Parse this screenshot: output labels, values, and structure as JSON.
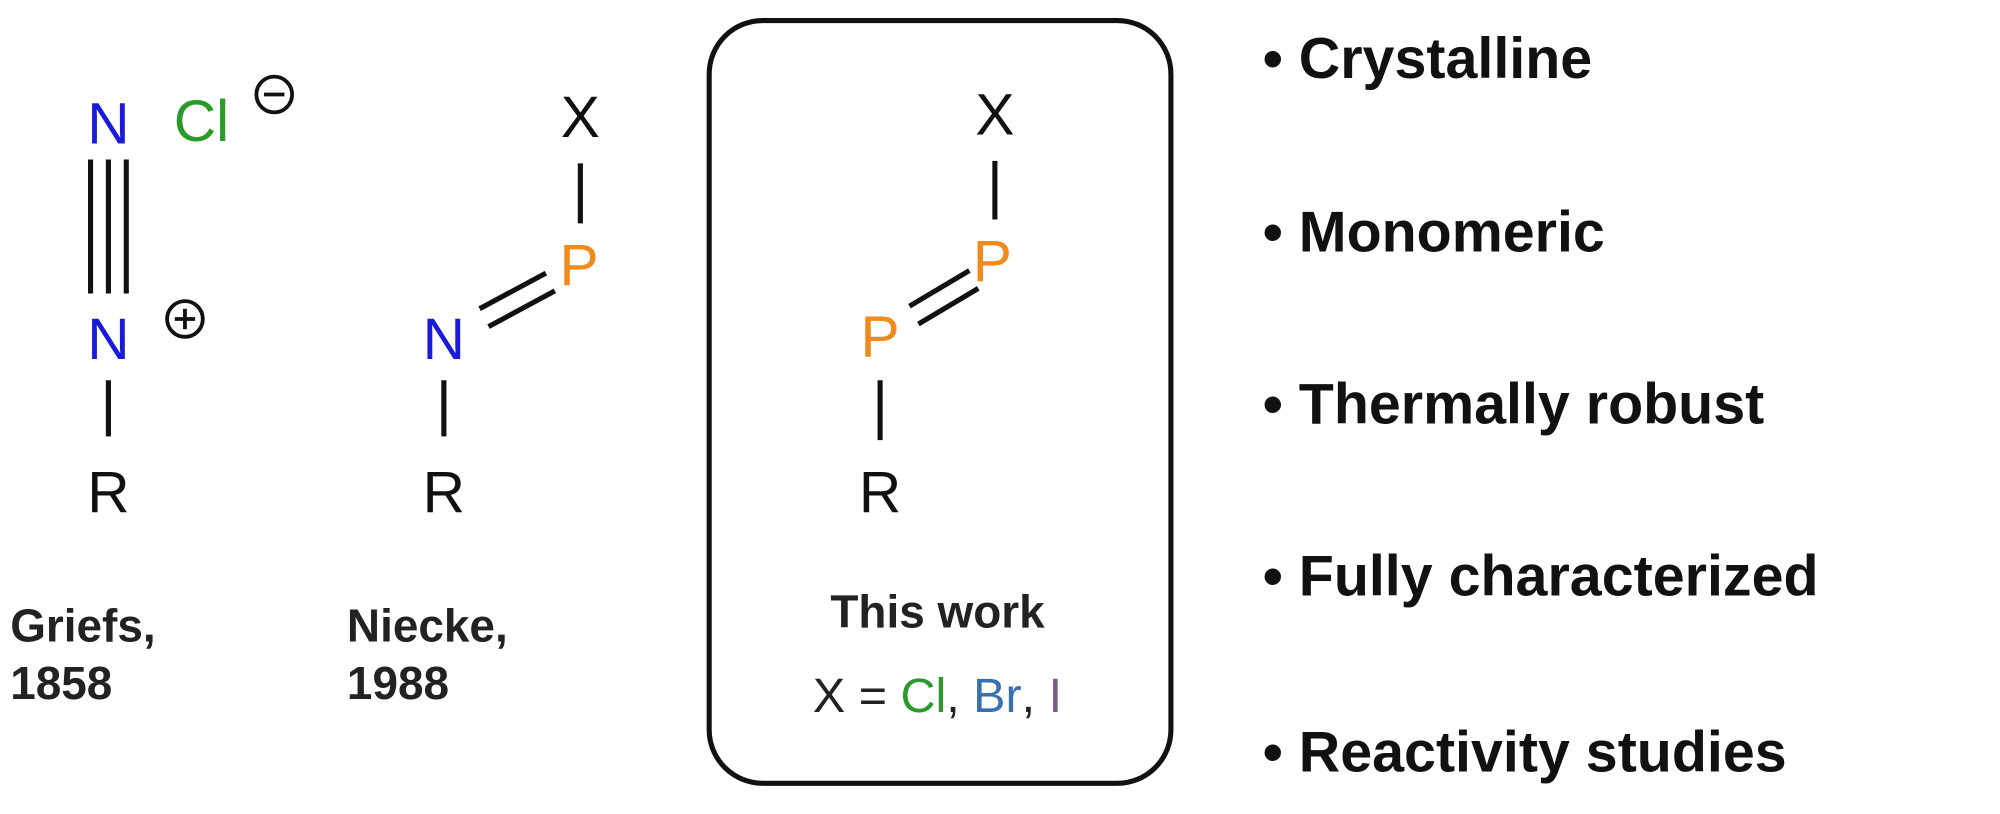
{
  "colors": {
    "nitrogen": "#1a1adb",
    "chlorine": "#2a9a2a",
    "phosphorus": "#f08a1c",
    "bromine": "#3a6fb0",
    "iodine": "#7a5a8a",
    "black": "#111111"
  },
  "griefs": {
    "n_top": "N",
    "counter_ion": "Cl",
    "n_bottom": "N",
    "r": "R",
    "label_line1": "Griefs,",
    "label_line2": "1858"
  },
  "niecke": {
    "x": "X",
    "p": "P",
    "n": "N",
    "r": "R",
    "label_line1": "Niecke,",
    "label_line2": "1988"
  },
  "this_work": {
    "x": "X",
    "p_top": "P",
    "p_bottom": "P",
    "r": "R",
    "label": "This work",
    "x_def_prefix": "X = ",
    "x_cl": "Cl",
    "sep1": ", ",
    "x_br": "Br",
    "sep2": ", ",
    "x_i": "I"
  },
  "bullets": [
    "• Crystalline",
    "• Monomeric",
    "• Thermally robust",
    "• Fully characterized",
    "• Reactivity studies"
  ]
}
